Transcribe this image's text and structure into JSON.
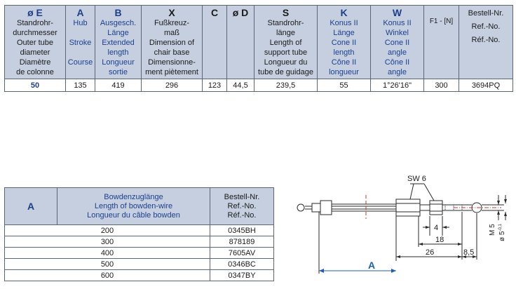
{
  "spec_table": {
    "columns": [
      {
        "key": "ø E",
        "lines": "Standrohr-\ndurchmesser\nOuter tube\ndiameter\nDiamètre\nde colonne"
      },
      {
        "key": "A",
        "lines": "Hub\n\nStroke\n\nCourse"
      },
      {
        "key": "B",
        "lines": "Ausgesch.\nLänge\nExtended\nlength\nLongueur\nsortie"
      },
      {
        "key": "X",
        "lines": "Fußkreuz-\nmaß\nDimension of\nchair base\nDimensionne-\nment piètement"
      },
      {
        "key": "C",
        "lines": ""
      },
      {
        "key": "ø D",
        "lines": ""
      },
      {
        "key": "S",
        "lines": "Standrohr-\nlänge\nLength of\nsupport tube\nLongueur du\ntube de guidage"
      },
      {
        "key": "K",
        "lines": "Konus II\nLänge\nCone II\nlength\nCône II\nlongueur"
      },
      {
        "key": "W",
        "lines": "Konus II\nWinkel\nCone II\nangle\nCône II\nangle"
      },
      {
        "key": "",
        "lines": "F1 - [N]"
      },
      {
        "key": "",
        "lines": "Bestell-Nr.\nRef.-No.\nRéf.-No."
      }
    ],
    "rows": [
      [
        "50",
        "135",
        "419",
        "296",
        "123",
        "44,5",
        "239,5",
        "55",
        "1°26'16\"",
        "300",
        "3694PQ"
      ]
    ]
  },
  "bowden_table": {
    "key": "A",
    "description": "Bowdenzuglänge\nLength of bowden-wire\nLongueur du câble bowden",
    "order_header": "Bestell-Nr.\nRef.-No.\nRéf.-No.",
    "rows": [
      [
        "200",
        "0345BH"
      ],
      [
        "300",
        "878189"
      ],
      [
        "400",
        "7605AV"
      ],
      [
        "500",
        "0346BC"
      ],
      [
        "600",
        "0347BY"
      ]
    ]
  },
  "drawing": {
    "label_sw": "SW 6",
    "label_4": "4",
    "label_18": "18",
    "label_26": "26",
    "label_85": "8,5",
    "label_a": "A",
    "label_m5": "M 5",
    "label_d5": "ø 5",
    "label_d5_tol": "-0,1",
    "accent_color": "#1d5fb4"
  }
}
